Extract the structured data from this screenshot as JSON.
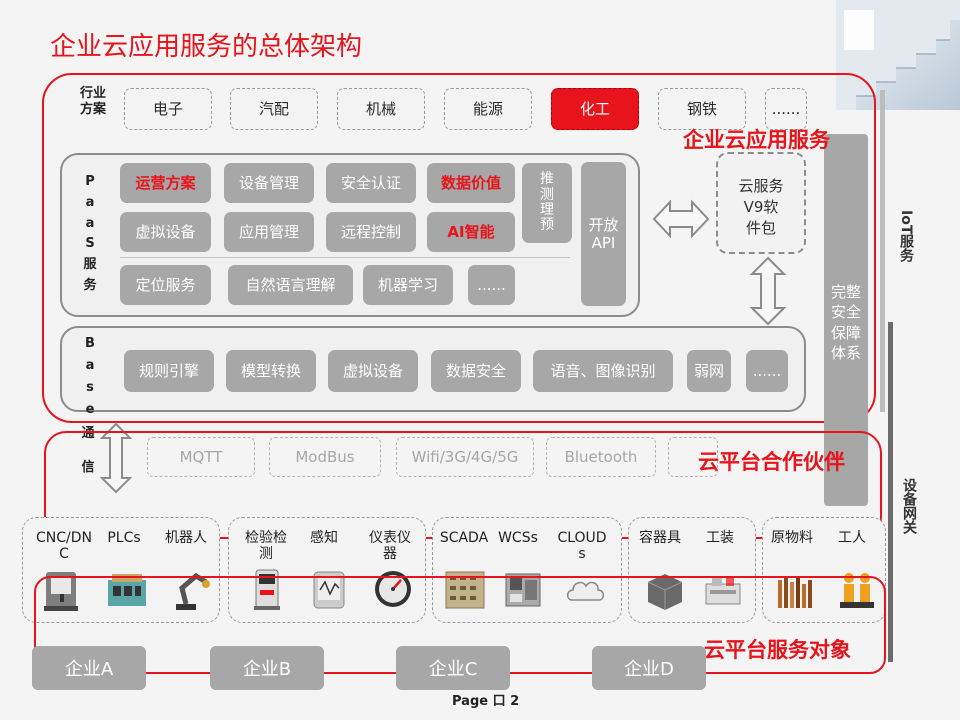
{
  "title": "企业云应用服务的总体架构",
  "industry": {
    "label": "行业\n方案",
    "items": [
      "电子",
      "汽配",
      "机械",
      "能源",
      "化工",
      "钢铁",
      "......"
    ],
    "highlighted": "化工"
  },
  "labels": {
    "enterprise_cloud": "企业云应用服务",
    "partner": "云平台合作伙伴",
    "service_target": "云平台服务对象",
    "iot": "IoT服务",
    "gateway": "设备网关"
  },
  "paas": {
    "label": "PaaS服务",
    "row1": [
      "运营方案",
      "设备管理",
      "安全认证",
      "数据价值"
    ],
    "row2": [
      "虚拟设备",
      "应用管理",
      "远程控制",
      "AI智能"
    ],
    "row3": [
      "定位服务",
      "自然语言理解",
      "机器学习",
      "......"
    ],
    "highlight": [
      "运营方案",
      "数据价值",
      "AI智能"
    ],
    "push": "推\n测\n理\n预",
    "api": "开放\nAPI"
  },
  "cloud_service": {
    "text": "云服务\nV9软\n件包"
  },
  "security": "完整\n安全\n保障\n体系",
  "base": {
    "label": "Base",
    "items": [
      "规则引擎",
      "模型转换",
      "虚拟设备",
      "数据安全",
      "语音、图像识别",
      "弱网",
      "......"
    ]
  },
  "comm": {
    "label": "通\n\n信",
    "protocols": [
      "MQTT",
      "ModBus",
      "Wifi/3G/4G/5G",
      "Bluetooth"
    ]
  },
  "devices": [
    {
      "items": [
        "CNC/DNC",
        "PLCs",
        "机器人"
      ],
      "icons": [
        "cnc-machine-icon",
        "plc-cabinet-icon",
        "robot-arm-icon"
      ]
    },
    {
      "items": [
        "检验检测",
        "感知",
        "仪表仪器"
      ],
      "icons": [
        "test-device-icon",
        "sensor-icon",
        "gauge-icon"
      ]
    },
    {
      "items": [
        "SCADA",
        "WCSs",
        "CLOUDs"
      ],
      "icons": [
        "scada-panel-icon",
        "wcs-machine-icon",
        "cloud-icon"
      ]
    },
    {
      "items": [
        "容器具",
        "工装"
      ],
      "icons": [
        "container-icon",
        "fixture-icon"
      ]
    },
    {
      "items": [
        "原物料",
        "工人"
      ],
      "icons": [
        "raw-material-icon",
        "worker-icon"
      ]
    }
  ],
  "companies": [
    "企业A",
    "企业B",
    "企业C",
    "企业D"
  ],
  "page": "Page 口 2",
  "colors": {
    "accent": "#e8141c",
    "chip": "#a7a7a7"
  }
}
